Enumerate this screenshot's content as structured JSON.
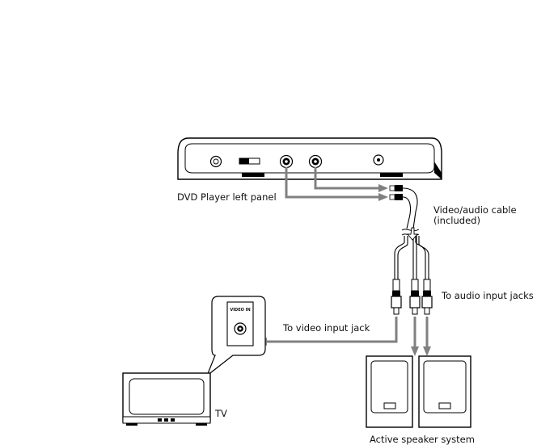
{
  "labels": {
    "dvd_panel": "DVD Player left panel",
    "cable_line1": "Video/audio cable",
    "cable_line2": "(included)",
    "audio_jacks": "To audio input jacks",
    "video_jack": "To video input jack",
    "video_in": "VIDEO IN",
    "tv": "TV",
    "speakers": "Active speaker system"
  },
  "colors": {
    "line": "#000000",
    "arrow": "#808080",
    "panel_fill": "#ffffff"
  }
}
